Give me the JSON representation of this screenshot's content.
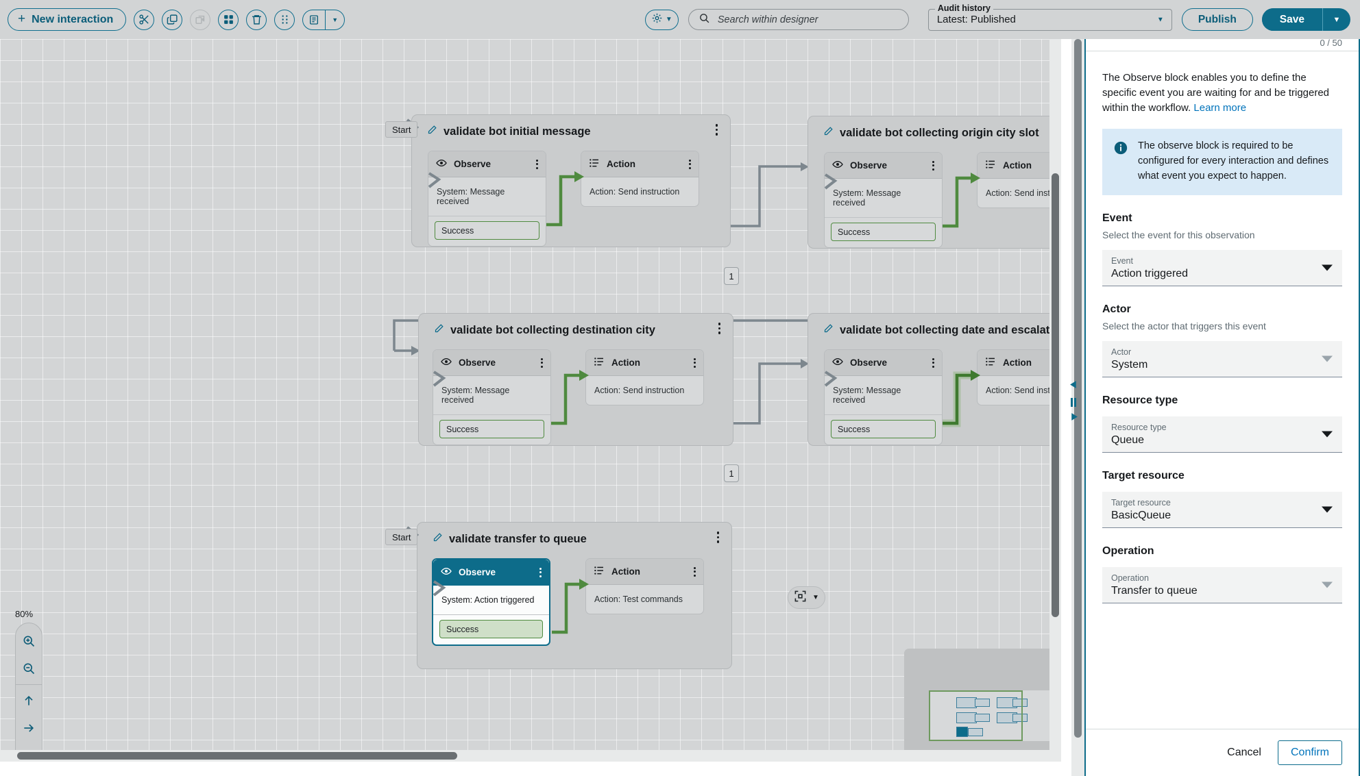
{
  "toolbar": {
    "new_interaction_label": "New interaction",
    "icons": [
      {
        "name": "cut-icon",
        "glyph": "✂"
      },
      {
        "name": "copy-icon",
        "glyph": "copy"
      },
      {
        "name": "duplicate-icon",
        "glyph": "duplicate"
      },
      {
        "name": "grid-blocks-icon",
        "glyph": "blocks"
      },
      {
        "name": "delete-icon",
        "glyph": "trash"
      },
      {
        "name": "drag-handle-icon",
        "glyph": "dots"
      }
    ],
    "notes_pill": {
      "name": "notes-icon",
      "caret": "▼"
    },
    "gear_pill": {
      "name": "gear-icon",
      "caret": "▼"
    },
    "search": {
      "placeholder": "Search within designer",
      "value": ""
    },
    "audit_history": {
      "legend": "Audit history",
      "value": "Latest: Published",
      "caret": "▼"
    },
    "publish_label": "Publish",
    "save_label": "Save",
    "save_caret": "▼"
  },
  "canvas": {
    "zoom_level": "80%",
    "zoom_in_title": "Zoom in",
    "zoom_out_title": "Zoom out",
    "pan_up": "↑",
    "pan_right": "→",
    "pan_down": "↓",
    "pan_left": "←",
    "fitview_caret": "▼",
    "start_tag_label": "Start",
    "connector_badge_label": "1",
    "groups": [
      {
        "title": "validate bot initial message",
        "has_start": true,
        "observe": {
          "header": "Observe",
          "body": "System: Message received",
          "branch": "Success",
          "selected": false
        },
        "action": {
          "header": "Action",
          "body": "Action: Send instruction"
        }
      },
      {
        "title": "validate bot collecting origin city slot",
        "has_start": false,
        "observe": {
          "header": "Observe",
          "body": "System: Message received",
          "branch": "Success",
          "selected": false
        },
        "action": {
          "header": "Action",
          "body": "Action: Send instruc"
        }
      },
      {
        "title": "validate bot collecting destination city",
        "has_start": false,
        "observe": {
          "header": "Observe",
          "body": "System: Message received",
          "branch": "Success",
          "selected": false
        },
        "action": {
          "header": "Action",
          "body": "Action: Send instruction"
        }
      },
      {
        "title": "validate bot collecting date and escalate to",
        "has_start": false,
        "observe": {
          "header": "Observe",
          "body": "System: Message received",
          "branch": "Success",
          "selected": false
        },
        "action": {
          "header": "Action",
          "body": "Action: Send instruc"
        }
      },
      {
        "title": "validate transfer to queue",
        "has_start": true,
        "observe": {
          "header": "Observe",
          "body": "System: Action triggered",
          "branch": "Success",
          "selected": true
        },
        "action": {
          "header": "Action",
          "body": "Action: Test commands"
        }
      }
    ]
  },
  "panel": {
    "char_counter": "0 / 50",
    "description": "The Observe block enables you to define the specific event you are waiting for and be triggered within the workflow. ",
    "learn_more_label": "Learn more",
    "alert": {
      "icon": "info-icon",
      "text": "The observe block is required to be configured for every interaction and defines what event you expect to happen."
    },
    "sections": [
      {
        "title": "Event",
        "subtitle": "Select the event for this observation",
        "field_label": "Event",
        "field_value": "Action triggered",
        "caret_dim": false
      },
      {
        "title": "Actor",
        "subtitle": "Select the actor that triggers this event",
        "field_label": "Actor",
        "field_value": "System",
        "caret_dim": true
      },
      {
        "title": "Resource type",
        "subtitle": "",
        "field_label": "Resource type",
        "field_value": "Queue",
        "caret_dim": false
      },
      {
        "title": "Target resource",
        "subtitle": "",
        "field_label": "Target resource",
        "field_value": "BasicQueue",
        "caret_dim": false
      },
      {
        "title": "Operation",
        "subtitle": "",
        "field_label": "Operation",
        "field_value": "Transfer to queue",
        "caret_dim": true
      }
    ],
    "cancel_label": "Cancel",
    "confirm_label": "Confirm"
  },
  "colors": {
    "accent": "#0d6c8a",
    "link": "#0073bb",
    "success": "#4f8a3f",
    "alert_bg": "#d9eaf7",
    "canvas_bg": "#d3d5d6"
  }
}
